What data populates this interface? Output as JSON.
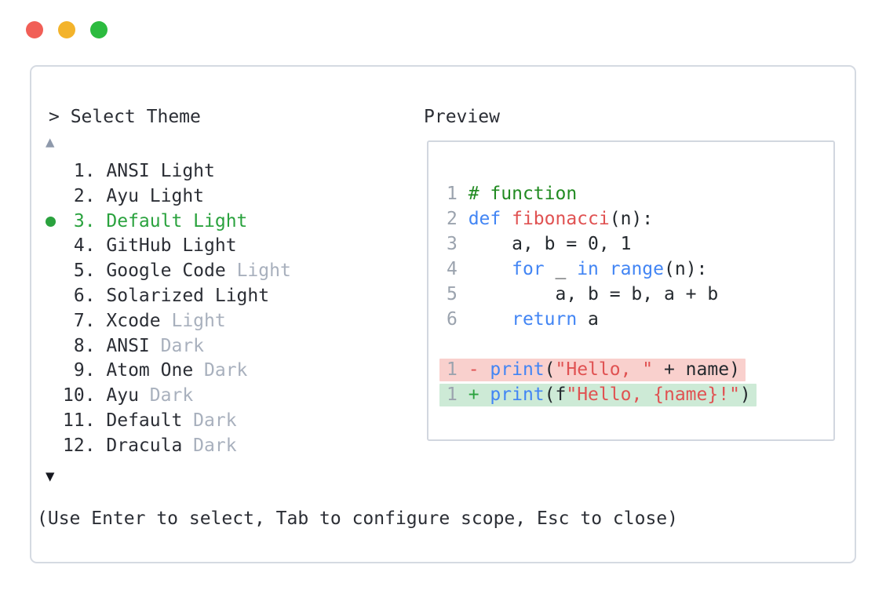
{
  "colors": {
    "traffic_close": "#f15f57",
    "traffic_minimize": "#f3b32b",
    "traffic_zoom": "#2cbb3f",
    "text_dark": "#2b2e35",
    "muted": "#a8b0bd",
    "selected_green": "#2aa23e",
    "scroll_up_arrow": "#8e99ab",
    "scroll_down_arrow": "#16181f",
    "panel_border": "#d5dae2",
    "preview_border": "#d2d7df",
    "ln": "#9ba3ae",
    "comment": "#228b22",
    "kw": "#4285f4",
    "fn": "#e05252",
    "str": "#e05252",
    "plain": "#24292e",
    "diff_removed_bg": "#f9d0cd",
    "diff_added_bg": "#cdead6",
    "diff_minus": "#e05252",
    "diff_plus": "#2aa23e"
  },
  "window": {
    "buttons": [
      {
        "name": "close",
        "color_key": "traffic_close"
      },
      {
        "name": "minimize",
        "color_key": "traffic_minimize"
      },
      {
        "name": "zoom",
        "color_key": "traffic_zoom"
      }
    ]
  },
  "picker": {
    "prompt": "> Select Theme",
    "scroll_up": "▲",
    "scroll_down": "▼",
    "selected_index": 2,
    "items": [
      {
        "num": " 1. ",
        "name": "ANSI Light",
        "muted": ""
      },
      {
        "num": " 2. ",
        "name": "Ayu Light",
        "muted": ""
      },
      {
        "num": " 3. ",
        "name": "Default Light",
        "muted": ""
      },
      {
        "num": " 4. ",
        "name": "GitHub Light",
        "muted": ""
      },
      {
        "num": " 5. ",
        "name": "Google Code ",
        "muted": "Light"
      },
      {
        "num": " 6. ",
        "name": "Solarized Light",
        "muted": ""
      },
      {
        "num": " 7. ",
        "name": "Xcode ",
        "muted": "Light"
      },
      {
        "num": " 8. ",
        "name": "ANSI ",
        "muted": "Dark"
      },
      {
        "num": " 9. ",
        "name": "Atom One ",
        "muted": "Dark"
      },
      {
        "num": "10. ",
        "name": "Ayu ",
        "muted": "Dark"
      },
      {
        "num": "11. ",
        "name": "Default ",
        "muted": "Dark"
      },
      {
        "num": "12. ",
        "name": "Dracula ",
        "muted": "Dark"
      }
    ],
    "footer": "(Use Enter to select, Tab to configure scope, Esc to close)"
  },
  "preview": {
    "title": "Preview",
    "lines": [
      {
        "num": "1",
        "tokens": [
          [
            "# function",
            "comment"
          ]
        ]
      },
      {
        "num": "2",
        "tokens": [
          [
            "def ",
            "kw"
          ],
          [
            "fibonacci",
            "fn"
          ],
          [
            "(n):",
            "plain"
          ]
        ]
      },
      {
        "num": "3",
        "tokens": [
          [
            "    a, b = 0, 1",
            "plain"
          ]
        ]
      },
      {
        "num": "4",
        "tokens": [
          [
            "    ",
            "plain"
          ],
          [
            "for",
            "kw"
          ],
          [
            " _ ",
            "plain"
          ],
          [
            "in",
            "kw"
          ],
          [
            " ",
            "plain"
          ],
          [
            "range",
            "kw"
          ],
          [
            "(n):",
            "plain"
          ]
        ]
      },
      {
        "num": "5",
        "tokens": [
          [
            "        a, b = b, a + b",
            "plain"
          ]
        ]
      },
      {
        "num": "6",
        "tokens": [
          [
            "    ",
            "plain"
          ],
          [
            "return",
            "kw"
          ],
          [
            " a",
            "plain"
          ]
        ]
      },
      {
        "num": "",
        "tokens": []
      },
      {
        "num": "1",
        "diff": "removed",
        "sign": "- ",
        "tokens": [
          [
            "print",
            "kw"
          ],
          [
            "(",
            "plain"
          ],
          [
            "\"Hello, \"",
            "str"
          ],
          [
            " + name)",
            "plain"
          ]
        ]
      },
      {
        "num": "1",
        "diff": "added",
        "sign": "+ ",
        "tokens": [
          [
            "print",
            "kw"
          ],
          [
            "(f",
            "plain"
          ],
          [
            "\"Hello, {name}!\"",
            "str"
          ],
          [
            ")",
            "plain"
          ]
        ]
      }
    ]
  }
}
